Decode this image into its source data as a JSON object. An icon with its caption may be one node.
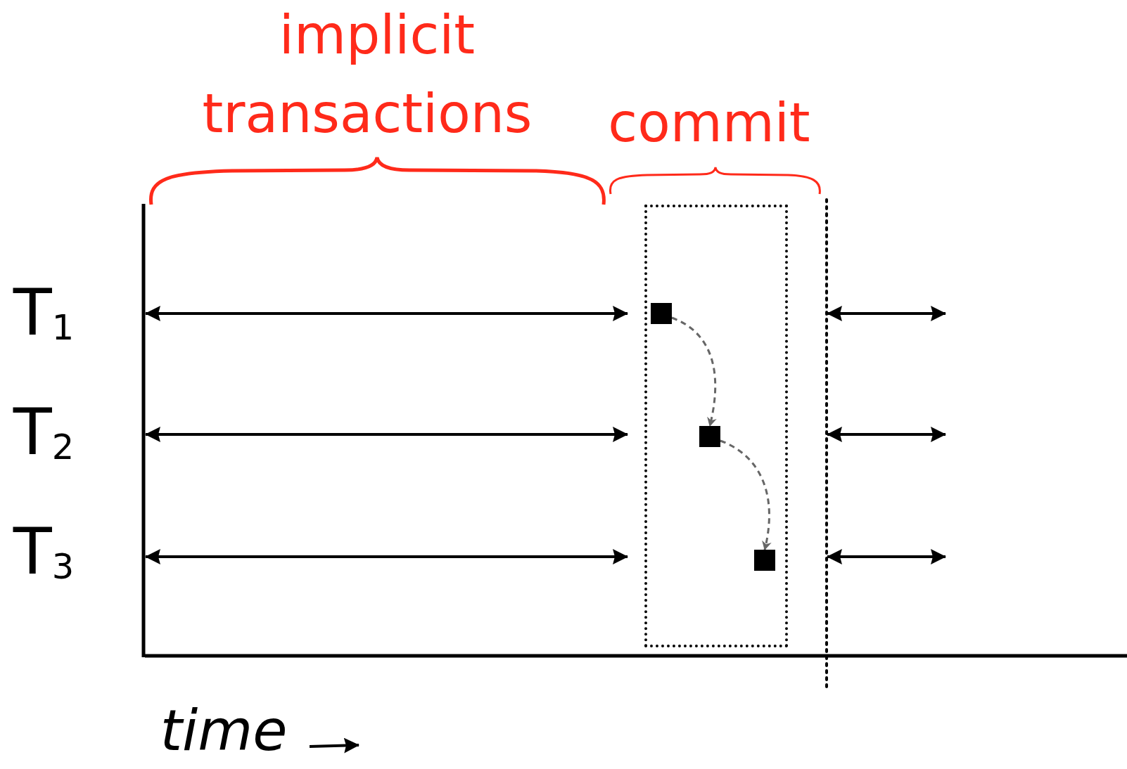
{
  "diagram": {
    "nodes": [
      {
        "text": [],
        "shape": "box"
      },
      {
        "text": [],
        "shape": "box",
        "in": 0
      },
      {
        "text": [],
        "shape": "box",
        "in": 0
      },
      {
        "text": [],
        "shape": "box",
        "in": 0
      }
    ],
    "edges": [
      {
        "from": 1,
        "to": 2,
        "arrow": "to",
        "style": "dashed",
        "color": "#666666"
      },
      {
        "from": 2,
        "to": 3,
        "arrow": "to",
        "style": "dashed",
        "color": "#666666"
      }
    ],
    "labels": [
      "implicit",
      "transactions",
      "commit",
      "T$_{1}$",
      "T$_{2}$",
      "T$_{3}$",
      "time"
    ]
  }
}
